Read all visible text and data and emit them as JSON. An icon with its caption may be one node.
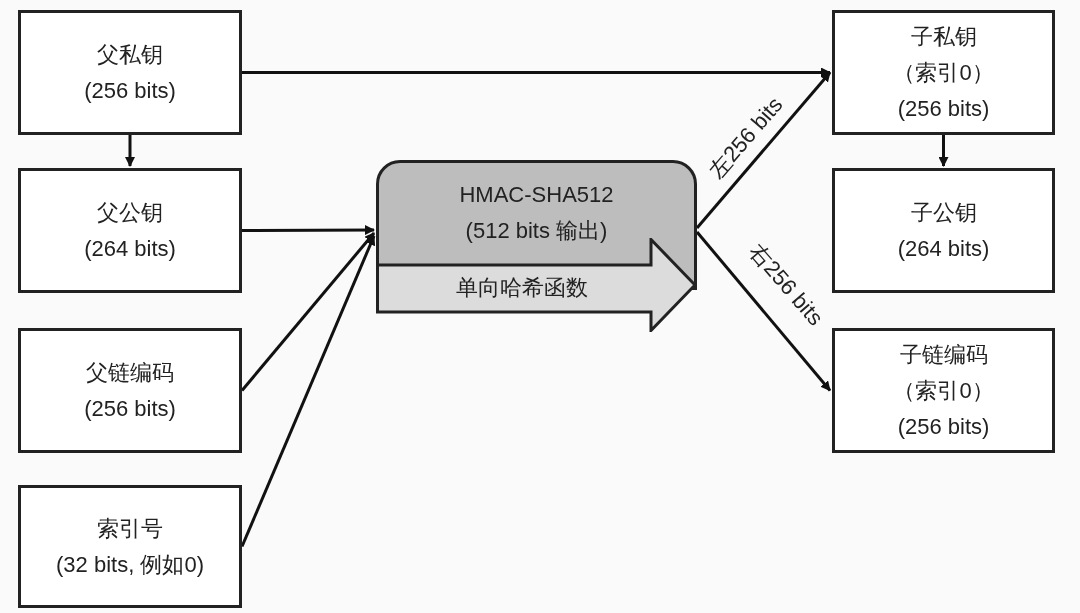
{
  "diagram": {
    "nodes": [
      {
        "text": [
          "父私钥",
          "(256 bits)"
        ]
      },
      {
        "text": [
          "父公钥",
          "(264 bits)"
        ]
      },
      {
        "text": [
          "父链编码",
          "(256 bits)"
        ]
      },
      {
        "text": [
          "索引号",
          "(32 bits, 例如0)"
        ]
      },
      {
        "text": [
          "HMAC-SHA512",
          "(512 bits 输出)"
        ]
      },
      {
        "text": [
          "单向哈希函数"
        ]
      },
      {
        "text": [
          "子私钥",
          "（索引0）",
          "(256 bits)"
        ]
      },
      {
        "text": [
          "子公钥",
          "(264 bits)"
        ]
      },
      {
        "text": [
          "子链编码",
          "（索引0）",
          "(256 bits)"
        ]
      }
    ],
    "edges": [
      {
        "from": 0,
        "to": 6,
        "arrow": "to"
      },
      {
        "from": 0,
        "to": 1,
        "arrow": "to"
      },
      {
        "from": 1,
        "to": 4,
        "arrow": "to"
      },
      {
        "from": 2,
        "to": 4,
        "arrow": "to"
      },
      {
        "from": 3,
        "to": 4,
        "arrow": "to"
      },
      {
        "from": 4,
        "to": 6,
        "arrow": "to",
        "label": "左256 bits"
      },
      {
        "from": 4,
        "to": 8,
        "arrow": "to",
        "label": "右256 bits"
      },
      {
        "from": 6,
        "to": 7,
        "arrow": "to"
      }
    ]
  }
}
